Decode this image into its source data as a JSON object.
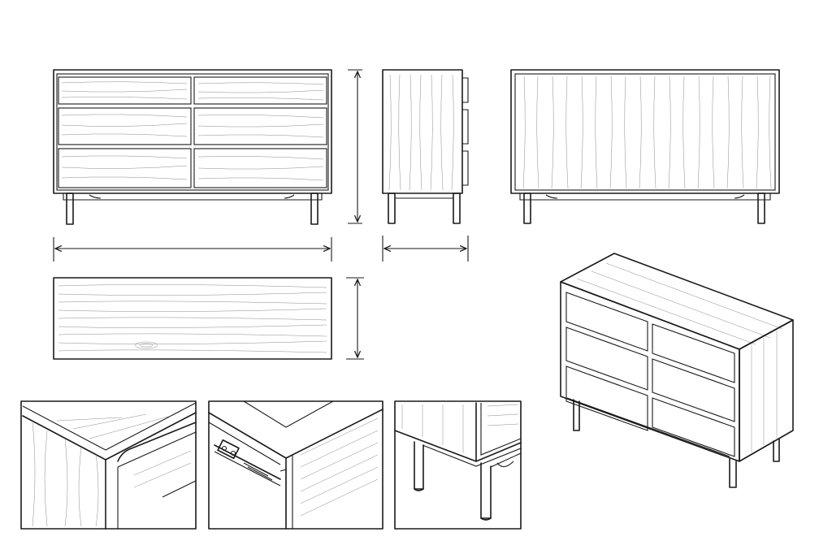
{
  "drawing": {
    "views": [
      "front-elevation",
      "side-elevation",
      "rear-elevation",
      "top-plan",
      "isometric"
    ],
    "details": [
      "corner-edge-detail",
      "drawer-slide-detail",
      "leg-base-detail"
    ],
    "line_color": "#1a1a1a",
    "grain_color": "#8a8a8a",
    "background": "#ffffff"
  }
}
